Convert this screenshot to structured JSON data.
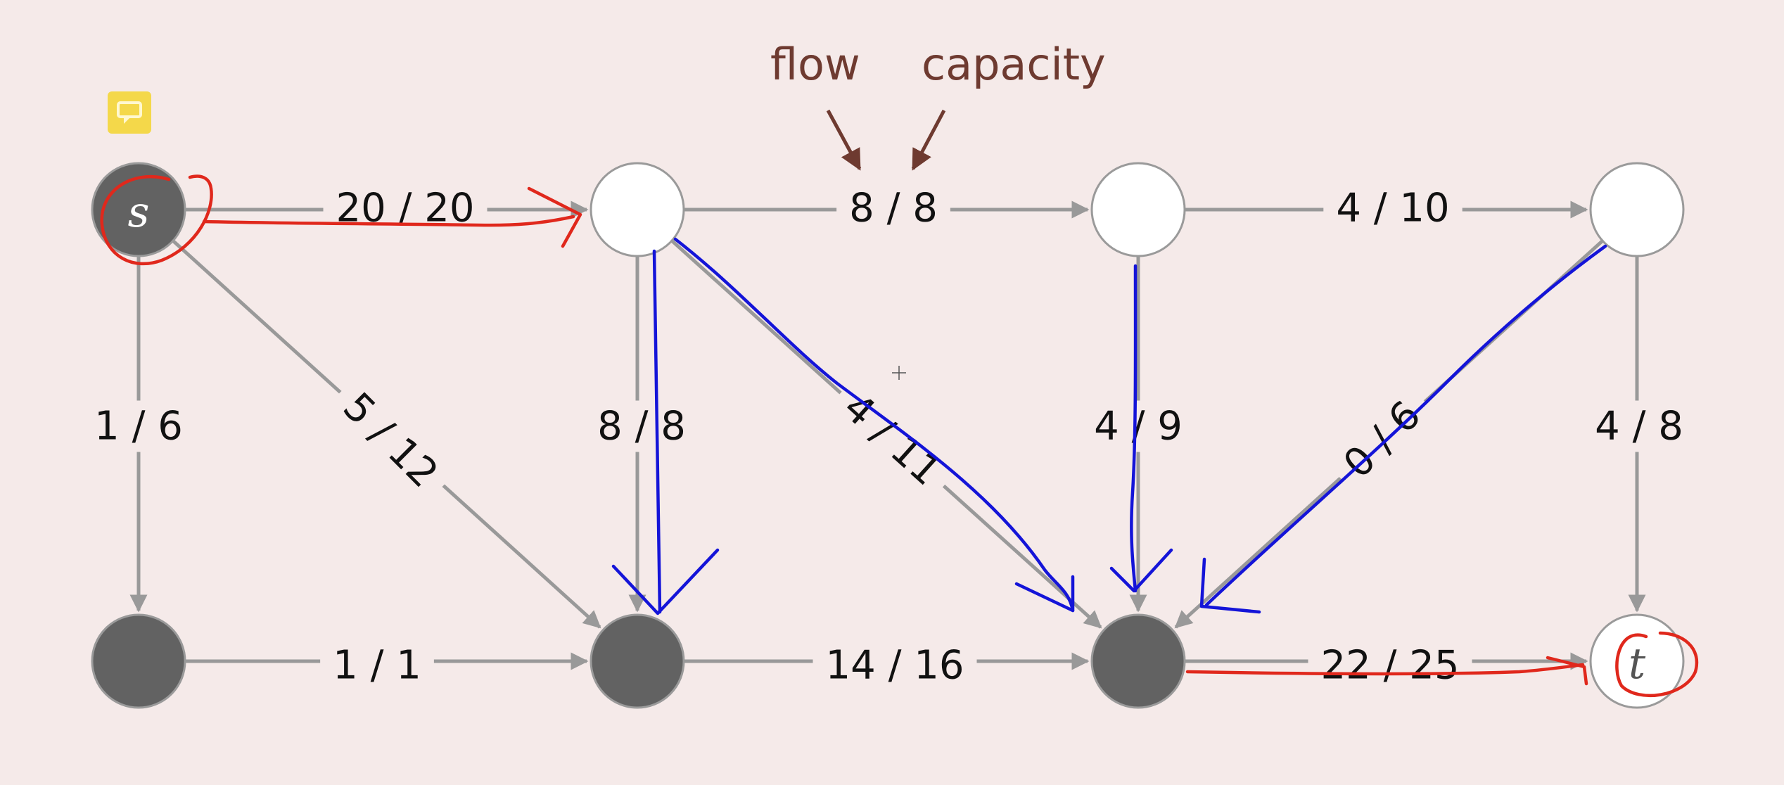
{
  "diagram": {
    "annotations": {
      "flow": "flow",
      "capacity": "capacity"
    },
    "nodes": [
      {
        "id": "s",
        "label": "s",
        "filled": true
      },
      {
        "id": "a",
        "label": "",
        "filled": false
      },
      {
        "id": "b",
        "label": "",
        "filled": false
      },
      {
        "id": "c",
        "label": "",
        "filled": false
      },
      {
        "id": "d",
        "label": "",
        "filled": true
      },
      {
        "id": "e",
        "label": "",
        "filled": true
      },
      {
        "id": "f",
        "label": "",
        "filled": true
      },
      {
        "id": "t",
        "label": "t",
        "filled": false
      }
    ],
    "edges": [
      {
        "from": "s",
        "to": "a",
        "label": "20 / 20"
      },
      {
        "from": "a",
        "to": "b",
        "label": "8 / 8"
      },
      {
        "from": "b",
        "to": "c",
        "label": "4 / 10"
      },
      {
        "from": "s",
        "to": "d",
        "label": "1 / 6"
      },
      {
        "from": "s",
        "to": "e",
        "label": "5 / 12"
      },
      {
        "from": "a",
        "to": "e",
        "label": "8 / 8"
      },
      {
        "from": "a",
        "to": "f",
        "label": "4 / 11"
      },
      {
        "from": "b",
        "to": "f",
        "label": "4 / 9"
      },
      {
        "from": "c",
        "to": "f",
        "label": "0 / 6"
      },
      {
        "from": "c",
        "to": "t",
        "label": "4 / 8"
      },
      {
        "from": "d",
        "to": "e",
        "label": "1 / 1"
      },
      {
        "from": "e",
        "to": "f",
        "label": "14 / 16"
      },
      {
        "from": "f",
        "to": "t",
        "label": "22 / 25"
      }
    ]
  },
  "colors": {
    "edge": "#999999",
    "node_filled": "#626262",
    "node_outline": "#9a9a9a",
    "annotation": "#6e3a30",
    "ink_red": "#e0281c",
    "ink_blue": "#1414d8",
    "sticky_note": "#f4d84a"
  },
  "icons": {
    "note": "sticky-note-icon",
    "cursor": "crosshair-cursor-icon"
  }
}
